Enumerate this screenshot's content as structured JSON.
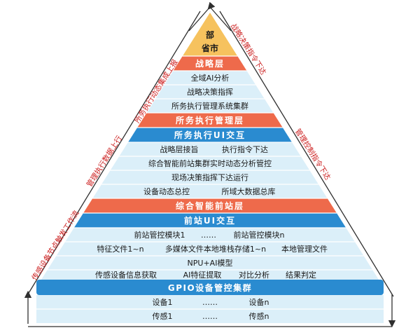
{
  "colors": {
    "apex": "#f6c25e",
    "orange_band": "#ee6a4b",
    "blue_band": "#2a8bd0",
    "light_band": "#dbeff9",
    "divider": "#ffffff",
    "outline": "#2f2f2f",
    "side_text": "#cc1f1f"
  },
  "apex": {
    "line1": "部",
    "line2": "省市"
  },
  "layers": {
    "strategy": {
      "title": "战略层",
      "items": [
        "全域AI分析",
        "战略决策指挥",
        "所务执行管理系统集群"
      ]
    },
    "office": {
      "title": "所务执行管理层",
      "ui_title": "所务执行UI交互",
      "row1": [
        "战略层接旨",
        "执行指令下达"
      ],
      "row2": "综合智能前站集群实时动态分析管控",
      "row3": "现场决策指挥下达运行",
      "row4": [
        "设备动态总控",
        "所域大数据总库"
      ]
    },
    "station": {
      "title": "综合智能前站层",
      "ui_title": "前站UI交互",
      "row1": [
        "前站管控模块1",
        "……",
        "前站管控模块n"
      ],
      "row2": [
        "特征文件1~n",
        "多媒体文件本地堆栈存储1~n",
        "本地管理文件"
      ],
      "row3": "NPU+AI模型",
      "row4": [
        "传感设备信息获取",
        "AI特征提取",
        "对比分析",
        "结果判定"
      ]
    },
    "gpio": {
      "title": "GPIO设备管控集群",
      "row1": [
        "设备1",
        "……",
        "设备n"
      ],
      "row2": [
        "传感1",
        "……",
        "传感n"
      ]
    }
  },
  "side_labels": {
    "left_top": "所务执行动态集成上报",
    "left_mid": "管理执行数据上行",
    "left_bottom": "传感设备节点触发工作流",
    "right_top": "战略决策指令下达",
    "right_mid": "管理控制指令下达"
  }
}
